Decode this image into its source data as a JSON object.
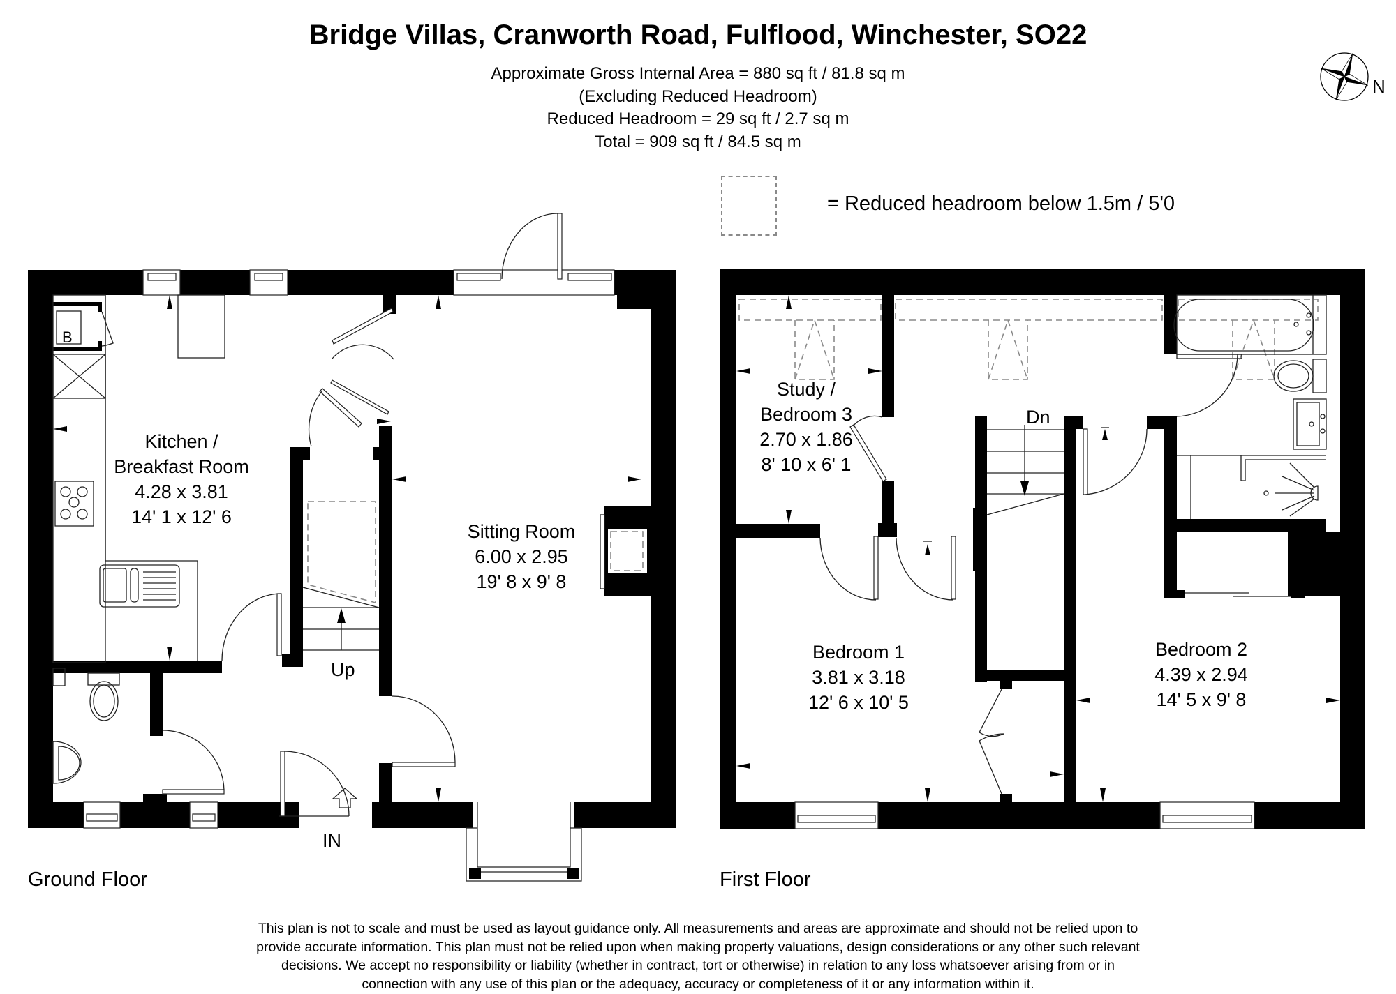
{
  "header": {
    "title": "Bridge Villas, Cranworth Road, Fulflood, Winchester, SO22",
    "area_lines": [
      "Approximate Gross Internal Area = 880 sq ft / 81.8 sq m",
      "(Excluding Reduced Headroom)",
      "Reduced Headroom = 29 sq ft / 2.7 sq m",
      "Total = 909 sq ft / 84.5 sq m"
    ]
  },
  "compass": {
    "icon": "compass-rose-icon",
    "label": "N"
  },
  "legend": {
    "symbol": "dashed-rectangle",
    "text": "= Reduced headroom below 1.5m / 5'0"
  },
  "ground_floor": {
    "label": "Ground Floor",
    "rooms": [
      {
        "name_lines": [
          "Kitchen /",
          "Breakfast Room"
        ],
        "metric": "4.28 x 3.81",
        "imperial": "14' 1 x 12' 6"
      },
      {
        "name_lines": [
          "Sitting Room"
        ],
        "metric": "6.00 x 2.95",
        "imperial": "19' 8 x 9' 8"
      }
    ],
    "boiler_label": "B",
    "stairs_label": "Up",
    "entrance_label": "IN"
  },
  "first_floor": {
    "label": "First Floor",
    "rooms": [
      {
        "name_lines": [
          "Study /",
          "Bedroom 3"
        ],
        "metric": "2.70 x 1.86",
        "imperial": "8' 10 x 6' 1"
      },
      {
        "name_lines": [
          "Bedroom 1"
        ],
        "metric": "3.81 x 3.18",
        "imperial": "12' 6 x 10' 5"
      },
      {
        "name_lines": [
          "Bedroom 2"
        ],
        "metric": "4.39 x 2.94",
        "imperial": "14' 5 x 9' 8"
      }
    ],
    "stairs_label": "Dn"
  },
  "colors": {
    "wall": "#000000",
    "line": "#222222",
    "dashed": "#8a8a8a",
    "background": "#ffffff"
  },
  "disclaimer_lines": [
    "This plan is not to scale and must be used as layout guidance only. All measurements and areas are approximate and should not be relied upon to",
    "provide accurate information. This plan must not be relied upon when making property valuations, design considerations or any other such relevant",
    "decisions. We accept no responsibility or liability (whether in contract, tort or otherwise) in relation to any loss whatsoever arising from or in",
    "connection with any use of this plan or the adequacy, accuracy or completeness of it or any information within it."
  ]
}
